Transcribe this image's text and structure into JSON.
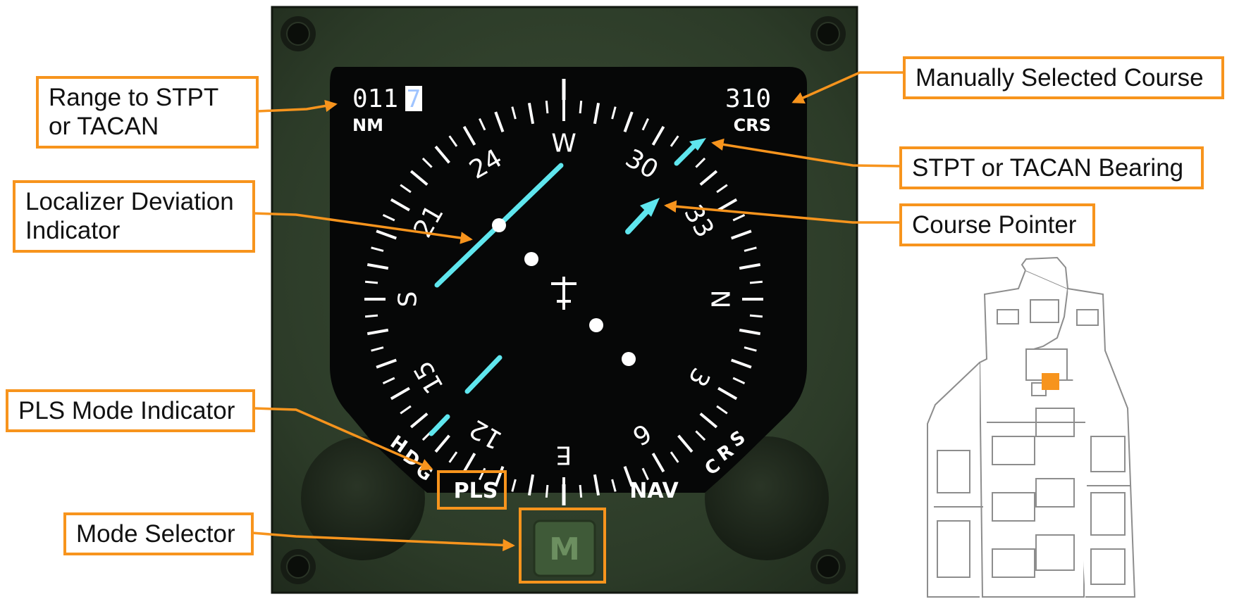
{
  "display": {
    "range_value": "011",
    "range_cursor_digit": "7",
    "range_units": "NM",
    "course_value": "310",
    "course_units": "CRS",
    "mode_hdg": "HDG",
    "mode_pls": "PLS",
    "mode_nav": "NAV",
    "mode_crs": "CRS",
    "mode_button": "M",
    "compass_labels": [
      "N",
      "3",
      "6",
      "E",
      "12",
      "15",
      "S",
      "21",
      "24",
      "W",
      "30",
      "33"
    ]
  },
  "callouts": {
    "range": [
      "Range to STPT",
      "or TACAN"
    ],
    "localizer": [
      "Localizer Deviation",
      "Indicator"
    ],
    "pls_mode": [
      "PLS Mode Indicator"
    ],
    "mode_selector": [
      "Mode Selector"
    ],
    "manual_course": [
      "Manually Selected Course"
    ],
    "bearing": [
      "STPT or TACAN Bearing"
    ],
    "course_pointer": [
      "Course Pointer"
    ]
  },
  "colors": {
    "callout_orange": "#f7941d",
    "pointer_cyan": "#5fe6ee",
    "panel_green": "#2e3e2a",
    "screen_black": "#060707",
    "cockpit_highlight": "#f7941d"
  }
}
